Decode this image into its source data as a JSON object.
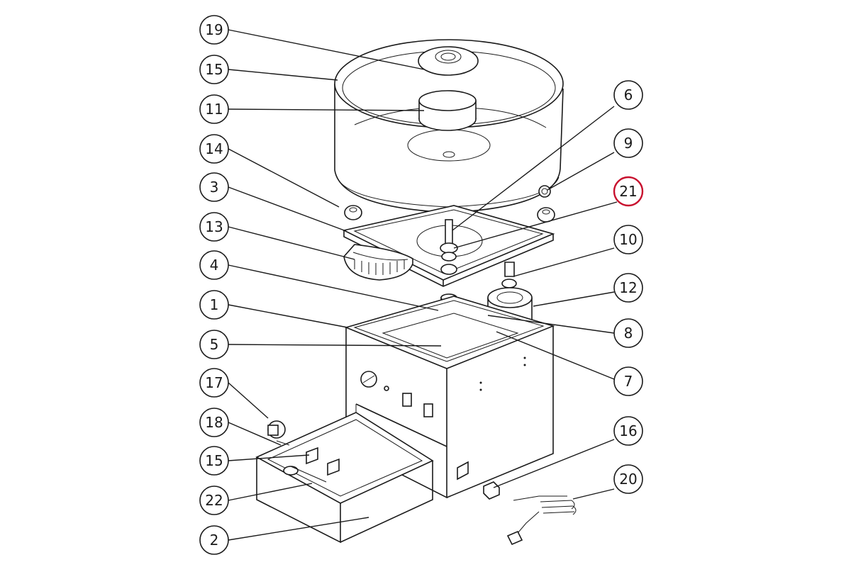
{
  "diagram": {
    "highlight_color": "#c8102e",
    "line_color": "#1a1a1a",
    "callouts": [
      {
        "id": "c19",
        "label": "19",
        "highlight": false
      },
      {
        "id": "c15a",
        "label": "15",
        "highlight": false
      },
      {
        "id": "c11",
        "label": "11",
        "highlight": false
      },
      {
        "id": "c14",
        "label": "14",
        "highlight": false
      },
      {
        "id": "c3",
        "label": "3",
        "highlight": false
      },
      {
        "id": "c13",
        "label": "13",
        "highlight": false
      },
      {
        "id": "c4",
        "label": "4",
        "highlight": false
      },
      {
        "id": "c1",
        "label": "1",
        "highlight": false
      },
      {
        "id": "c5",
        "label": "5",
        "highlight": false
      },
      {
        "id": "c17",
        "label": "17",
        "highlight": false
      },
      {
        "id": "c18",
        "label": "18",
        "highlight": false
      },
      {
        "id": "c15b",
        "label": "15",
        "highlight": false
      },
      {
        "id": "c22",
        "label": "22",
        "highlight": false
      },
      {
        "id": "c2",
        "label": "2",
        "highlight": false
      },
      {
        "id": "c6",
        "label": "6",
        "highlight": false
      },
      {
        "id": "c9",
        "label": "9",
        "highlight": false
      },
      {
        "id": "c21",
        "label": "21",
        "highlight": true
      },
      {
        "id": "c10",
        "label": "10",
        "highlight": false
      },
      {
        "id": "c12",
        "label": "12",
        "highlight": false
      },
      {
        "id": "c8",
        "label": "8",
        "highlight": false
      },
      {
        "id": "c7",
        "label": "7",
        "highlight": false
      },
      {
        "id": "c16",
        "label": "16",
        "highlight": false
      },
      {
        "id": "c20",
        "label": "20",
        "highlight": false
      }
    ]
  }
}
